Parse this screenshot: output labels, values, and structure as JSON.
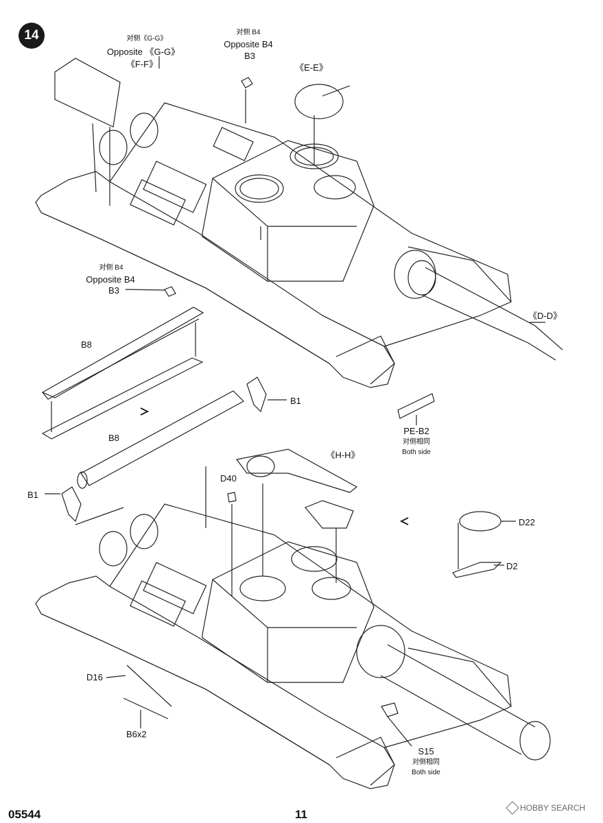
{
  "step": "14",
  "footer": {
    "code": "05544",
    "page": "11"
  },
  "watermark": "HOBBY SEARCH",
  "labels": {
    "gg_cn": "对侧《G-G》",
    "gg_en": "Opposite 《G-G》",
    "ff": "《F-F》",
    "b4_top_cn": "对侧 B4",
    "b4_top_en": "Opposite B4",
    "b3_top": "B3",
    "ee": "《E-E》",
    "b4_mid_cn": "对侧 B4",
    "b4_mid_en": "Opposite B4",
    "b3_mid": "B3",
    "dd": "《D-D》",
    "b8_a": "B8",
    "b8_b": "B8",
    "b1_right": "B1",
    "b1_left": "B1",
    "pe_b2": "PE-B2",
    "pe_b2_cn": "对侧相同",
    "pe_b2_en": "Both side",
    "hh": "《H-H》",
    "d40": "D40",
    "d22": "D22",
    "d2": "D2",
    "d16": "D16",
    "b6x2": "B6x2",
    "s15": "S15",
    "s15_cn": "对侧相同",
    "s15_en": "Both side"
  }
}
